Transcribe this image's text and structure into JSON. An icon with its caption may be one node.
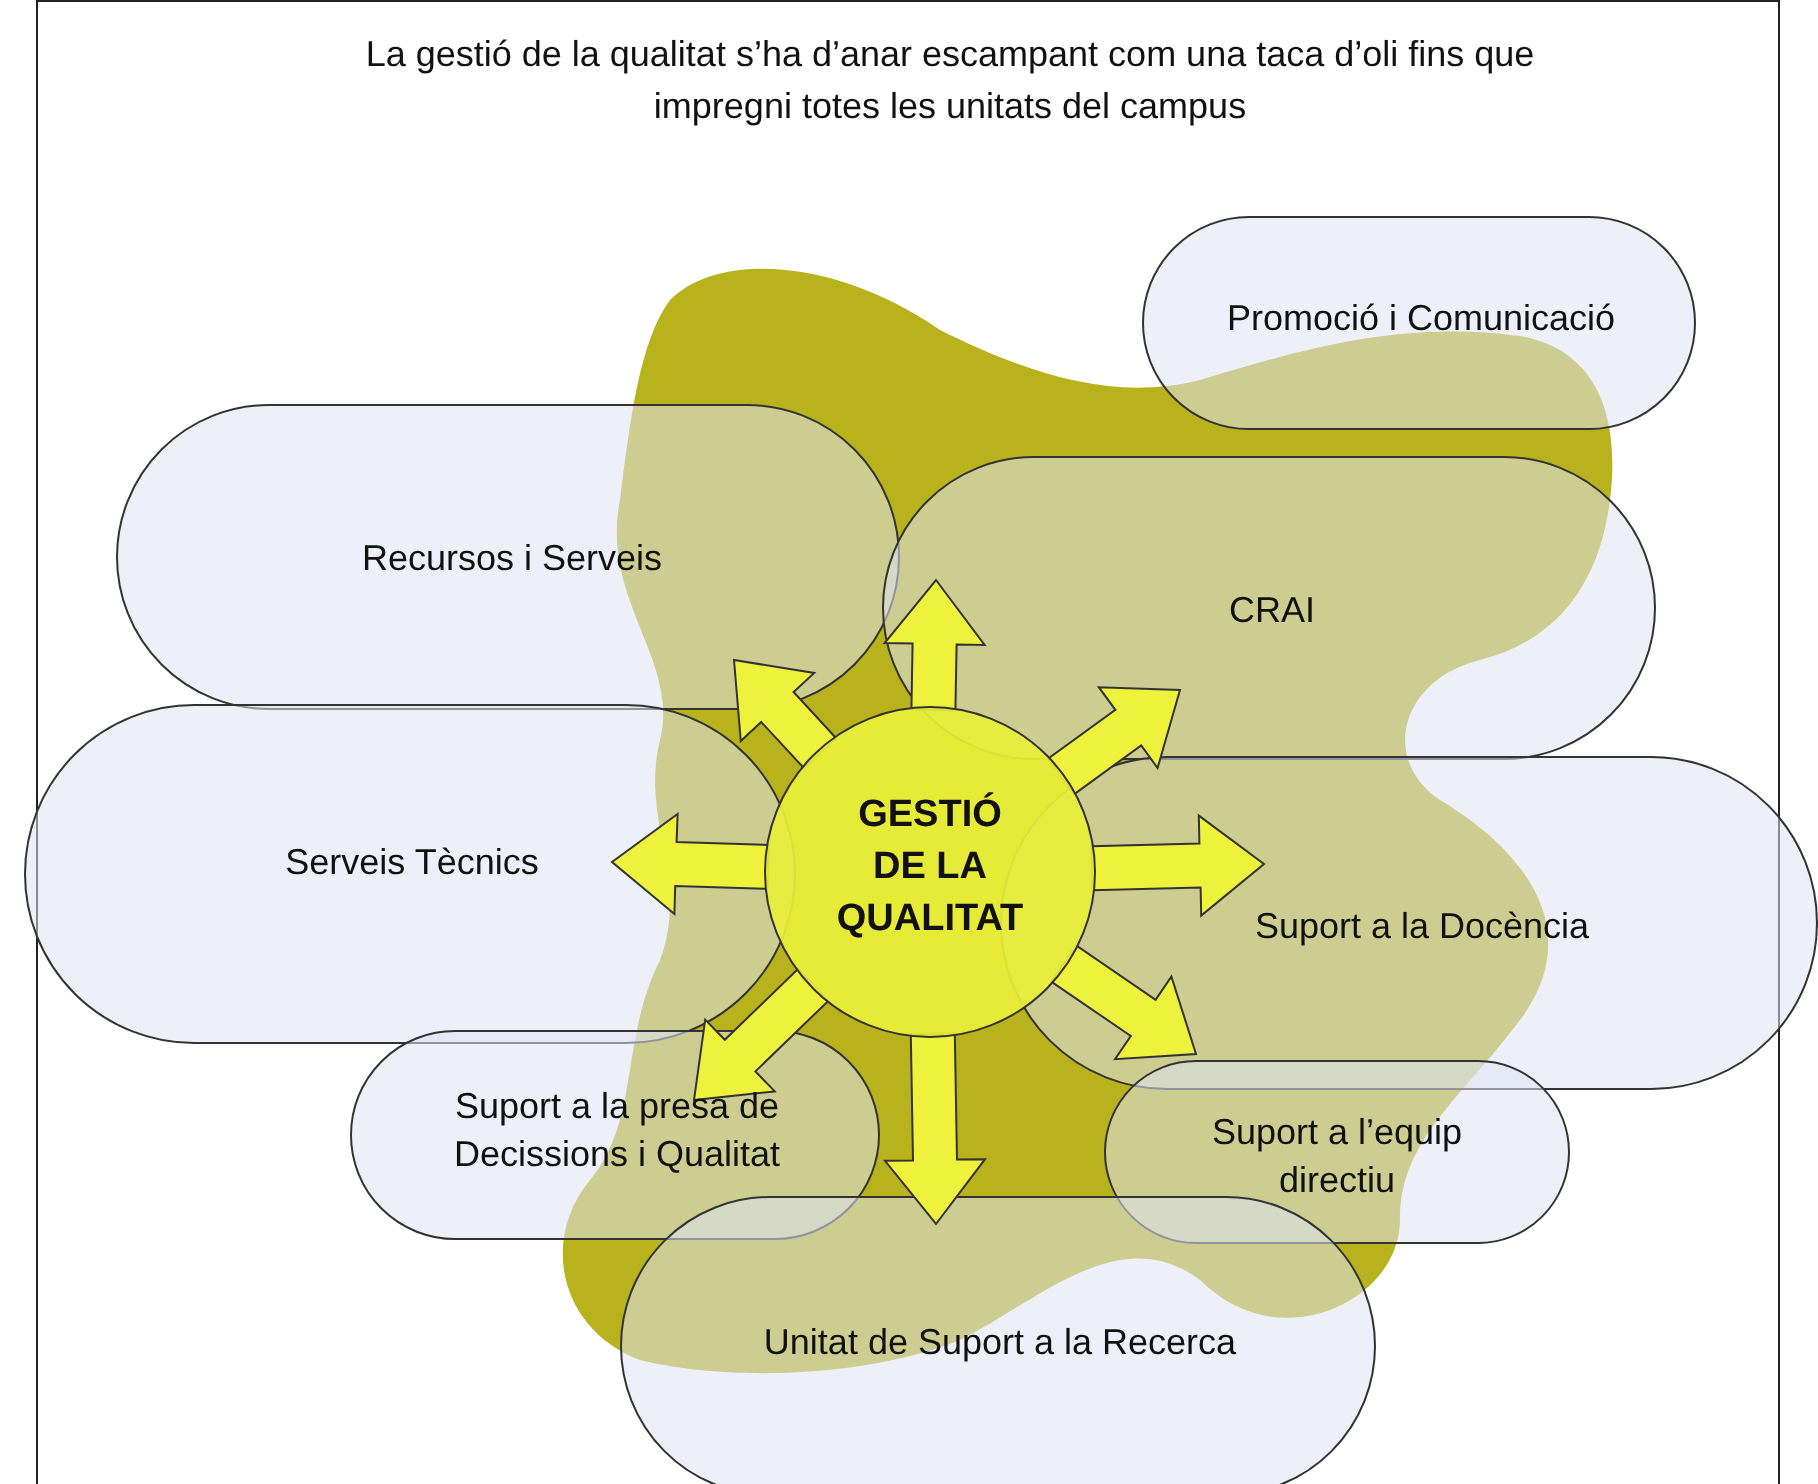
{
  "diagram": {
    "title": "La gestió de la qualitat s’ha d’anar escampant com una taca d’oli fins que impregni totes les unitats del campus",
    "nodes": [
      {
        "text": [
          "Promoció i Comunicació"
        ]
      },
      {
        "text": [
          "Recursos i Serveis"
        ]
      },
      {
        "text": [
          "CRAI"
        ]
      },
      {
        "text": [
          "Serveis Tècnics"
        ]
      },
      {
        "text": [
          "GESTIÓ DE LA QUALITAT"
        ]
      },
      {
        "text": [
          "Suport a la Docència"
        ]
      },
      {
        "text": [
          "Suport a la presa de Decissions i Qualitat"
        ]
      },
      {
        "text": [
          "Suport a l’equip directiu"
        ]
      },
      {
        "text": [
          "Unitat de Suport a la Recerca"
        ]
      }
    ],
    "edges": [
      {
        "from": 4,
        "to": null,
        "arrow": "to"
      },
      {
        "from": 4,
        "to": null,
        "arrow": "to"
      },
      {
        "from": 4,
        "to": null,
        "arrow": "to"
      },
      {
        "from": 4,
        "to": null,
        "arrow": "to"
      },
      {
        "from": 4,
        "to": null,
        "arrow": "to"
      },
      {
        "from": 4,
        "to": null,
        "arrow": "to"
      },
      {
        "from": 4,
        "to": null,
        "arrow": "to"
      },
      {
        "from": 4,
        "to": null,
        "arrow": "to"
      }
    ]
  }
}
